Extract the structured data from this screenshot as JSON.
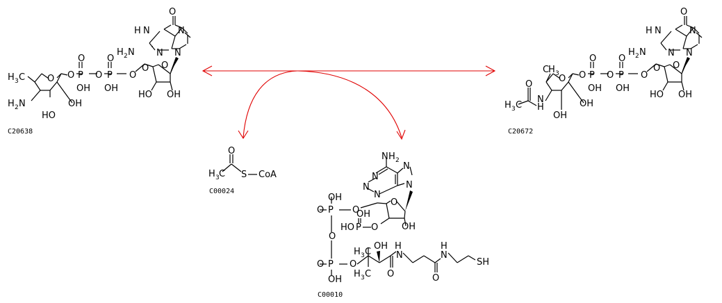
{
  "colors": {
    "arrow": "#e00000",
    "ink": "#000000",
    "background": "#ffffff"
  },
  "compounds": [
    {
      "id": "C20638"
    },
    {
      "id": "C20672"
    },
    {
      "id": "C00024"
    },
    {
      "id": "C00010"
    }
  ],
  "atoms": {
    "acetyl_coa_s": "S",
    "acetyl_coa_coa": "CoA"
  }
}
